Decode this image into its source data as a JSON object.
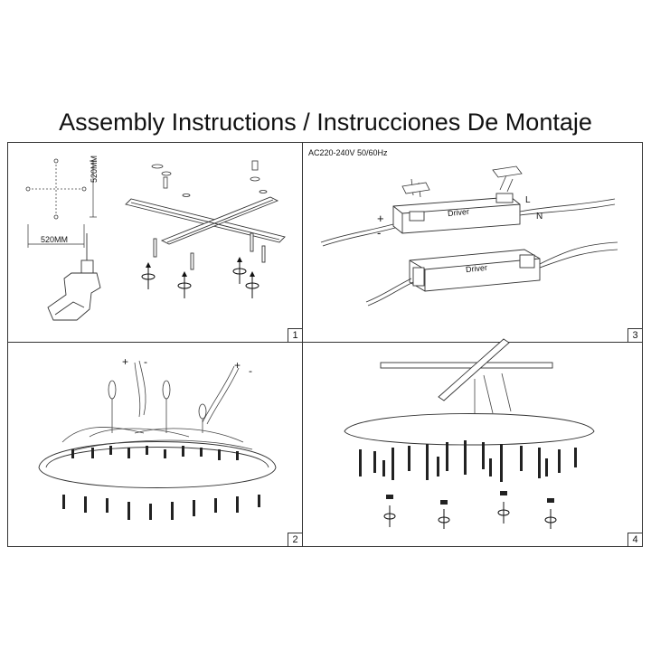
{
  "title": "Assembly Instructions / Instrucciones De Montaje",
  "panels": [
    {
      "number": "1",
      "labels": {
        "dim_vertical": "520MM",
        "dim_horizontal": "520MM"
      }
    },
    {
      "number": "3",
      "labels": {
        "power": "AC220-240V 50/60Hz",
        "driver_top": "Driver",
        "driver_bottom": "Driver",
        "plus": "+",
        "minus": "-",
        "live": "L",
        "neutral": "N"
      }
    },
    {
      "number": "2",
      "labels": {
        "plus_left": "+",
        "minus_left": "-",
        "plus_right": "+",
        "minus_right": "-"
      }
    },
    {
      "number": "4",
      "labels": {}
    }
  ]
}
